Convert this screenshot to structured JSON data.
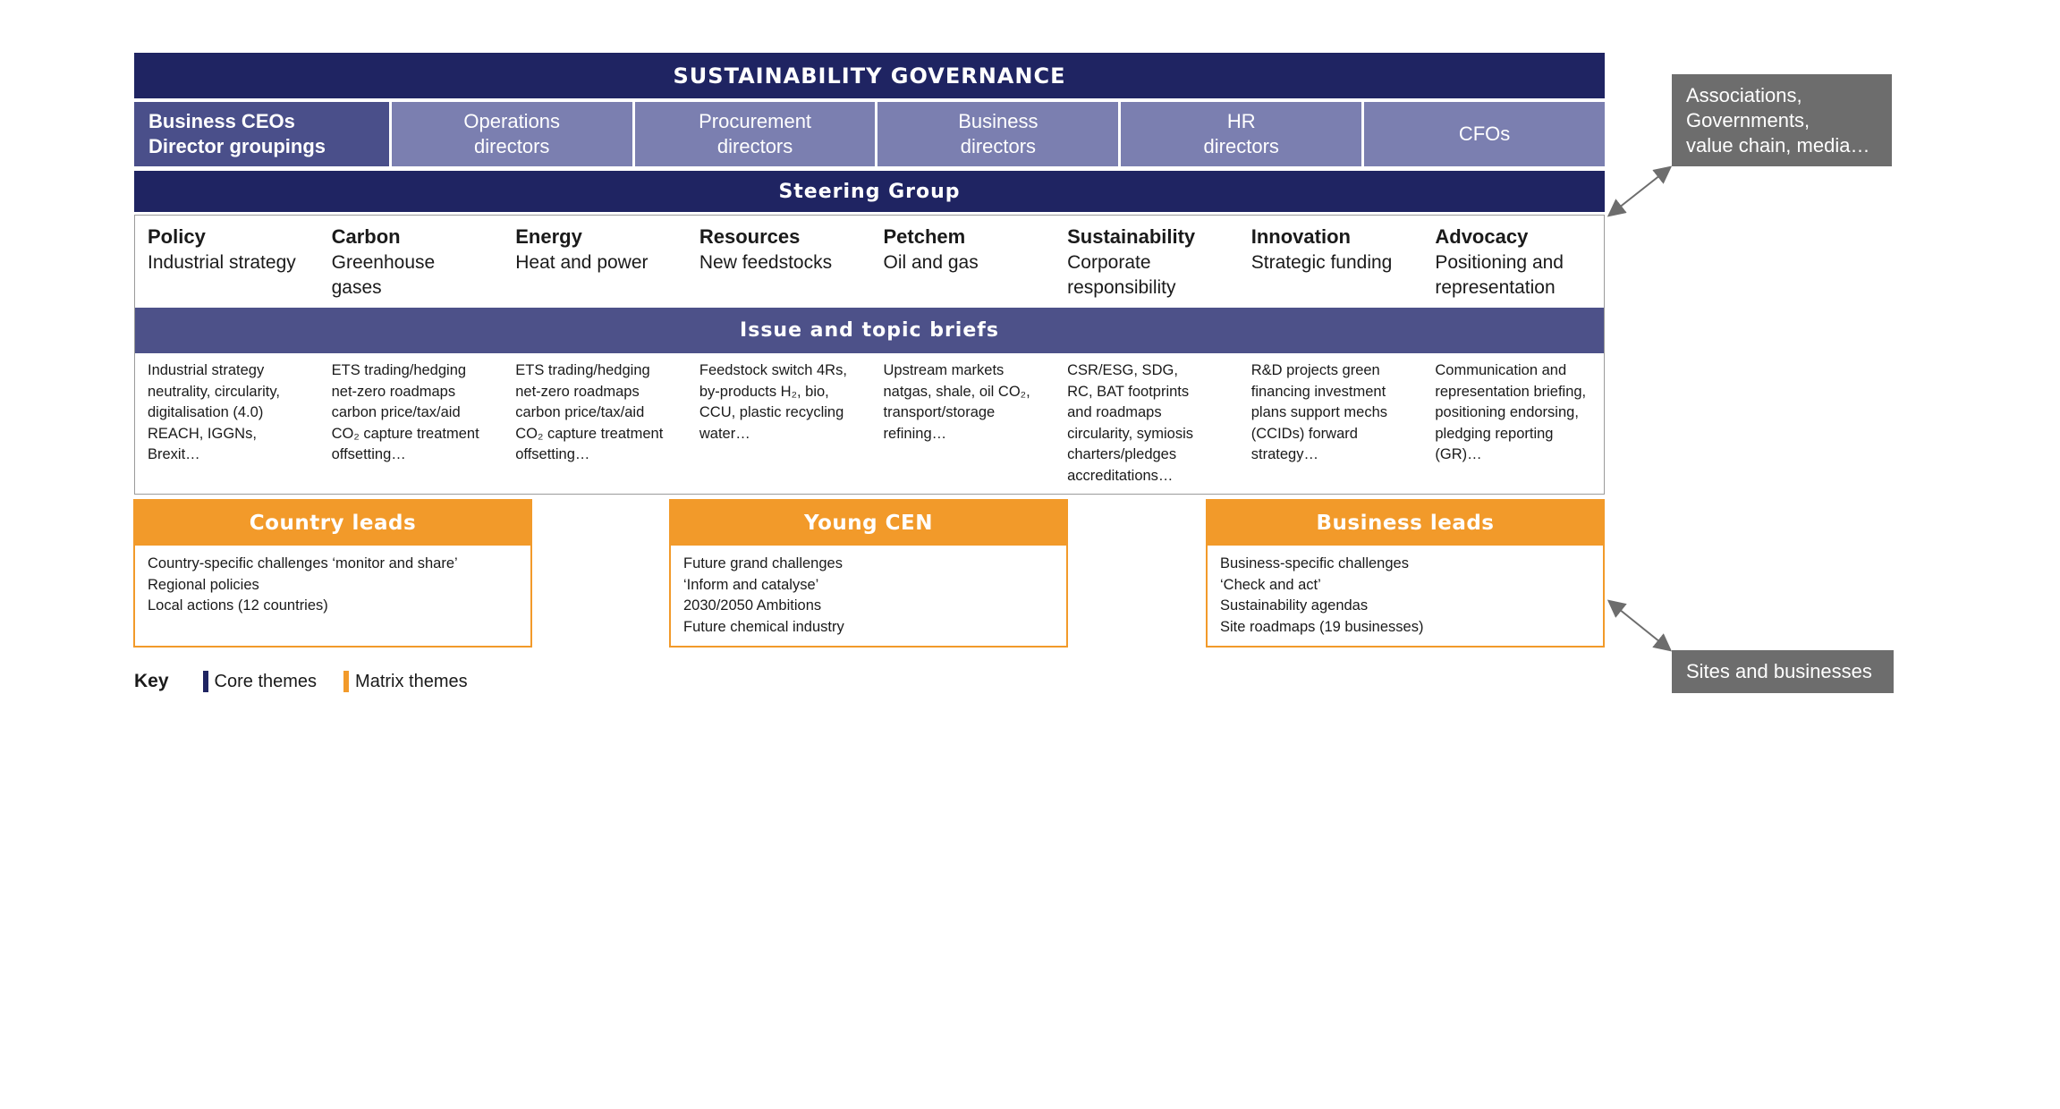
{
  "governance": {
    "title": "SUSTAINABILITY GOVERNANCE"
  },
  "directors": {
    "first": {
      "line1": "Business CEOs",
      "line2": "Director groupings"
    },
    "groups": [
      {
        "line1": "Operations",
        "line2": "directors"
      },
      {
        "line1": "Procurement",
        "line2": "directors"
      },
      {
        "line1": "Business",
        "line2": "directors"
      },
      {
        "line1": "HR",
        "line2": "directors"
      },
      {
        "line1": "CFOs",
        "line2": ""
      }
    ]
  },
  "steering_group": {
    "title": "Steering Group"
  },
  "issue_briefs": {
    "title": "Issue and topic briefs"
  },
  "themes": [
    {
      "name": "Policy",
      "sub1": "Industrial strategy",
      "sub2": "",
      "kind": "matrix",
      "details": [
        "Industrial strategy",
        "neutrality, circularity,",
        "digitalisation (4.0)",
        "REACH, IGGNs,",
        "Brexit…"
      ]
    },
    {
      "name": "Carbon",
      "sub1": "Greenhouse",
      "sub2": "gases",
      "kind": "core",
      "details": [
        "ETS trading/hedging",
        "net-zero roadmaps",
        "carbon price/tax/aid",
        "CO₂ capture treatment",
        "offsetting…"
      ]
    },
    {
      "name": "Energy",
      "sub1": "Heat and power",
      "sub2": "",
      "kind": "core",
      "details": [
        "ETS trading/hedging",
        "net-zero roadmaps",
        "carbon price/tax/aid",
        "CO₂ capture treatment",
        "offsetting…"
      ]
    },
    {
      "name": "Resources",
      "sub1": "New feedstocks",
      "sub2": "",
      "kind": "core",
      "details": [
        "Feedstock switch 4Rs,",
        "by-products H₂, bio,",
        "CCU, plastic recycling",
        "water…"
      ]
    },
    {
      "name": "Petchem",
      "sub1": "Oil and gas",
      "sub2": "",
      "kind": "core",
      "details": [
        "Upstream markets",
        "natgas, shale, oil CO₂,",
        "transport/storage",
        "refining…"
      ]
    },
    {
      "name": "Sustainability",
      "sub1": "Corporate",
      "sub2": "responsibility",
      "kind": "matrix",
      "details": [
        "CSR/ESG, SDG,",
        "RC, BAT footprints",
        "and roadmaps",
        "circularity, symiosis",
        "charters/pledges",
        "accreditations…"
      ]
    },
    {
      "name": "Innovation",
      "sub1": "Strategic funding",
      "sub2": "",
      "kind": "matrix",
      "details": [
        "R&D projects green",
        "financing investment",
        "plans support mechs",
        "(CCIDs) forward",
        "strategy…"
      ]
    },
    {
      "name": "Advocacy",
      "sub1": "Positioning and",
      "sub2": "representation",
      "kind": "matrix",
      "details": [
        "Communication and",
        "representation briefing,",
        "positioning endorsing,",
        "pledging reporting",
        "(GR)…"
      ]
    }
  ],
  "leads": [
    {
      "title": "Country leads",
      "lines": [
        "Country-specific challenges ‘monitor and share’",
        "Regional policies",
        "Local actions (12 countries)"
      ]
    },
    {
      "title": "Young CEN",
      "lines": [
        "Future grand challenges",
        "‘Inform and catalyse’",
        "2030/2050 Ambitions",
        "Future chemical industry"
      ]
    },
    {
      "title": "Business leads",
      "lines": [
        "Business-specific challenges",
        "‘Check and act’",
        "Sustainability agendas",
        "Site roadmaps (19 businesses)"
      ]
    }
  ],
  "key": {
    "label": "Key",
    "core": "Core themes",
    "matrix": "Matrix themes"
  },
  "external": {
    "associations": [
      "Associations,",
      "Governments,",
      "value chain, media…"
    ],
    "sites": "Sites and businesses"
  },
  "colors": {
    "navy": "#1f2462",
    "orange": "#f29a2a",
    "grey": "#6d6d6d",
    "lavender": "#7b7fb0"
  }
}
